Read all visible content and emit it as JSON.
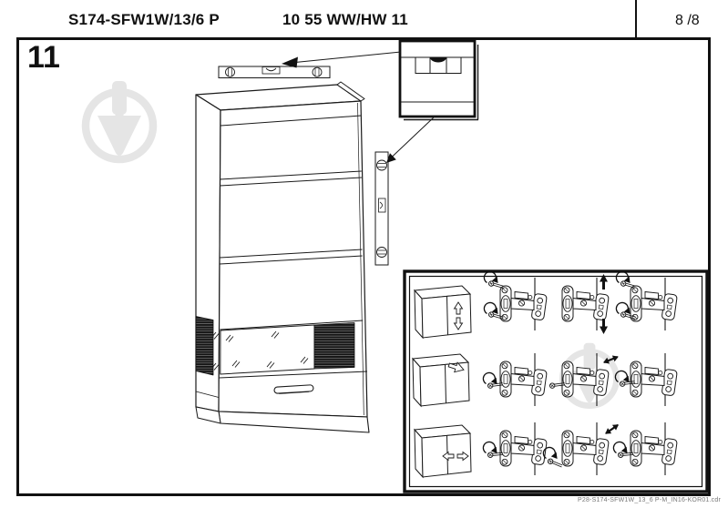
{
  "header": {
    "model_label": "S174-SFW1W/13/6 P",
    "hardware_label": "10 55 WW/HW 11",
    "page_indicator": "8 /8"
  },
  "step_number": "11",
  "footer": {
    "document_id": "P28-S174-SFW1W_13_6 P-M_IN16-KOR01.cdr"
  },
  "colors": {
    "ink": "#1a1a1a",
    "paper": "#ffffff",
    "watermark": "#e5e5e5",
    "panel_black": "#111111"
  },
  "icons": {
    "watermark": "trowel-in-circle-logo",
    "level_horizontal": "spirit-level-horizontal",
    "level_vertical": "spirit-level-vertical",
    "detail_inset": "level-bubble-centered",
    "main_drawing": "wardrobe-front-perspective"
  },
  "adjustment_inset": {
    "rows": [
      {
        "cabinet": "door-height-adjust-up-down",
        "hinges": [
          "loosen-both-screws",
          "move-door-vertically",
          "tighten-both-screws"
        ]
      },
      {
        "cabinet": "door-depth-adjust-out",
        "hinges": [
          "loosen-screw",
          "move-door-in-out",
          "tighten-screw"
        ]
      },
      {
        "cabinet": "door-side-adjust-left-right",
        "hinges": [
          "loosen-screw",
          "move-door-sideways",
          "tighten-screw"
        ]
      }
    ]
  }
}
